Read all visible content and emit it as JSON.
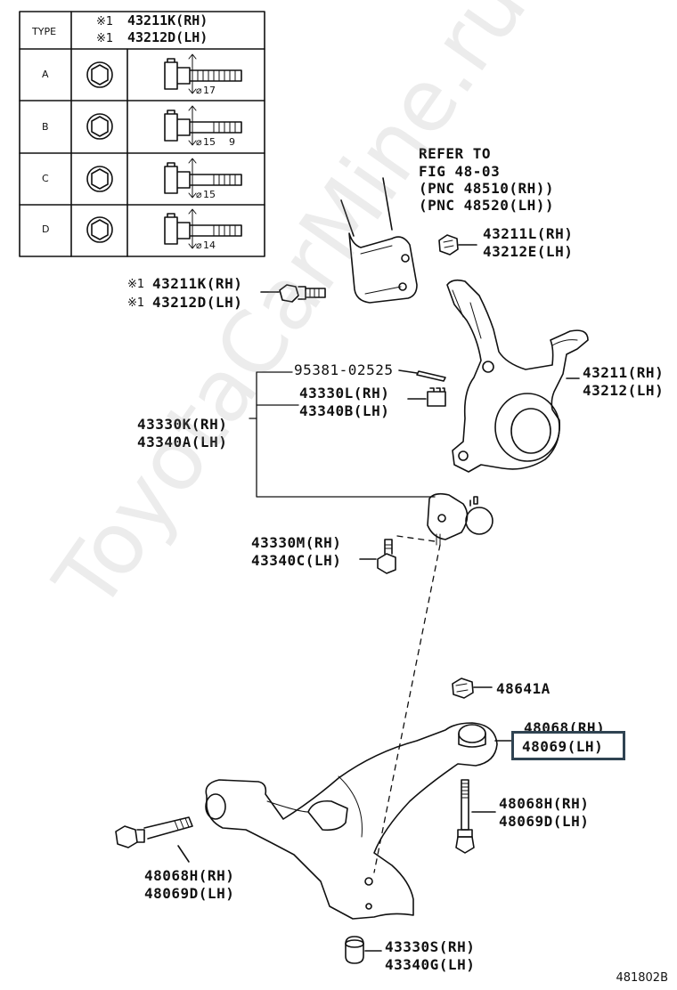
{
  "table": {
    "header_type": "TYPE",
    "header_mark1": "※1",
    "header_mark2": "※1",
    "header_part1": "43211K(RH)",
    "header_part2": "43212D(LH)",
    "rows": [
      {
        "type": "A",
        "dim": "17",
        "extra": ""
      },
      {
        "type": "B",
        "dim": "15",
        "extra": "9"
      },
      {
        "type": "C",
        "dim": "15",
        "extra": ""
      },
      {
        "type": "D",
        "dim": "14",
        "extra": ""
      }
    ]
  },
  "labels": {
    "refer_line1": "REFER TO",
    "refer_line2": "FIG 48-03",
    "refer_line3": "(PNC 48510(RH))",
    "refer_line4": "(PNC 48520(LH))",
    "nut_top_rh": "43211L(RH)",
    "nut_top_lh": "43212E(LH)",
    "bolt_mark1": "※1",
    "bolt_mark2": "※1",
    "bolt_rh": "43211K(RH)",
    "bolt_lh": "43212D(LH)",
    "pin": "95381-02525",
    "castle_nut_rh": "43330L(RH)",
    "castle_nut_lh": "43340B(LH)",
    "knuckle_rh": "43211(RH)",
    "knuckle_lh": "43212(LH)",
    "balljoint_rh": "43330K(RH)",
    "balljoint_lh": "43340A(LH)",
    "bj_bolt_rh": "43330M(RH)",
    "bj_bolt_lh": "43340C(LH)",
    "nut_mid": "48641A",
    "arm_rh": "48068(RH)",
    "arm_lh": "48069(LH)",
    "arm_bolt_right_rh": "48068H(RH)",
    "arm_bolt_right_lh": "48069D(LH)",
    "arm_bolt_left_rh": "48068H(RH)",
    "arm_bolt_left_lh": "48069D(LH)",
    "bushing_rh": "43330S(RH)",
    "bushing_lh": "43340G(LH)"
  },
  "watermark": "ToyotaCarMine.ru",
  "figure_id": "481802B",
  "colors": {
    "line": "#111111",
    "highlight": "#2f4352"
  }
}
